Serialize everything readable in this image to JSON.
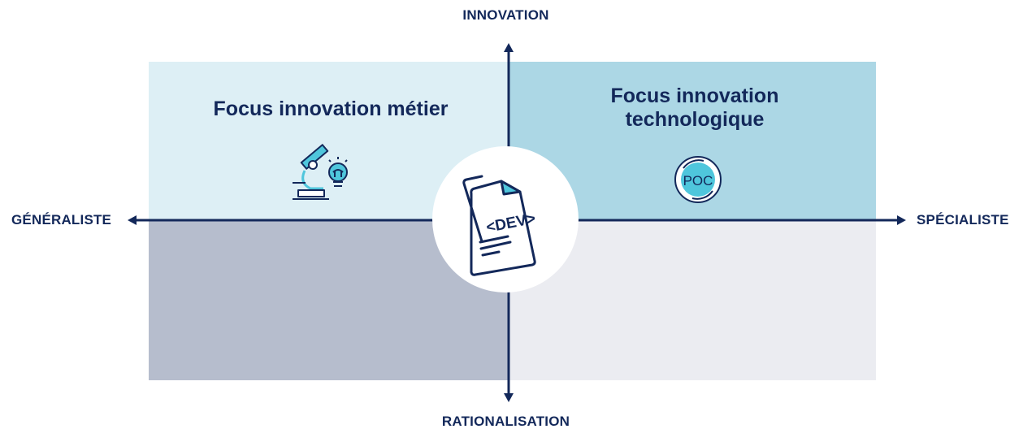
{
  "axes": {
    "top": "INNOVATION",
    "bottom": "RATIONALISATION",
    "left": "GÉNÉRALISTE",
    "right": "SPÉCIALISTE"
  },
  "quadrants": {
    "top_left": {
      "title": "Focus innovation métier",
      "icon": "microscope-lightbulb-icon"
    },
    "top_right": {
      "title_line1": "Focus innovation",
      "title_line2": "technologique",
      "icon": "poc-badge-icon",
      "icon_text": "POC"
    },
    "bottom_left": {},
    "bottom_right": {}
  },
  "center": {
    "icon": "dev-document-icon",
    "icon_text": "<DEV>"
  },
  "colors": {
    "navy": "#13285a",
    "accent": "#4fc6dc",
    "top_left": "#ddeff5",
    "top_right": "#acd7e5",
    "bottom_left": "#b6bdcd",
    "bottom_right": "#ebecf1"
  }
}
